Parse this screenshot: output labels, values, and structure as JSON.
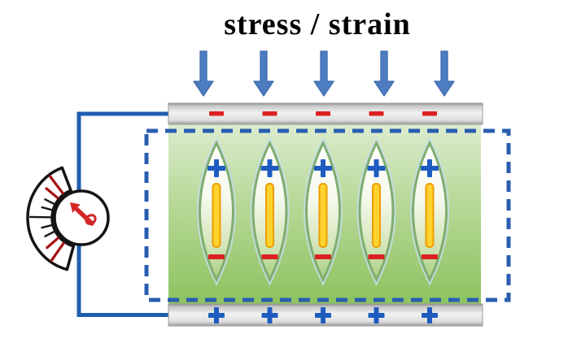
{
  "diagram": {
    "title": "stress / strain"
  },
  "symbols": {
    "plus": "+",
    "minus": "−"
  },
  "counts": {
    "stress_arrows": 5,
    "top_electrode_charges": 5,
    "piezo_grains": 5,
    "bottom_electrode_charges": 5,
    "meter_ticks": 9
  },
  "elements": {
    "stress_arrows": {
      "direction": "down"
    },
    "top_electrode": {
      "charge_symbol": "−"
    },
    "bottom_electrode": {
      "charge_symbol": "+"
    },
    "piezo_grains": {
      "top_charge_symbol": "+",
      "bottom_charge_symbol": "−"
    },
    "meter": {
      "icon": "galvanometer-dial"
    }
  },
  "colors": {
    "arrow_fill": "#4d7cc0",
    "arrow_edge": "#3e6cae",
    "wire": "#1e5eb0",
    "dashed_outline": "#2a5db0",
    "charge_plus": "#1f5cc0",
    "charge_minus": "#dd2020",
    "grain_border": "#7fae6e",
    "grain_glow": "#c9dcea",
    "rod_fill": "#ffd22e",
    "rod_edge": "#ee9d00",
    "matrix_top": "#dcecce",
    "matrix_bottom": "#8cc360",
    "electrode_light": "#f0f0f0",
    "electrode_dark": "#989898",
    "meter_outline": "#141414",
    "needle": "#d42626",
    "tick_dark_red": "#a41212",
    "tick_black": "#1a1a1a",
    "title_color": "#000000"
  }
}
